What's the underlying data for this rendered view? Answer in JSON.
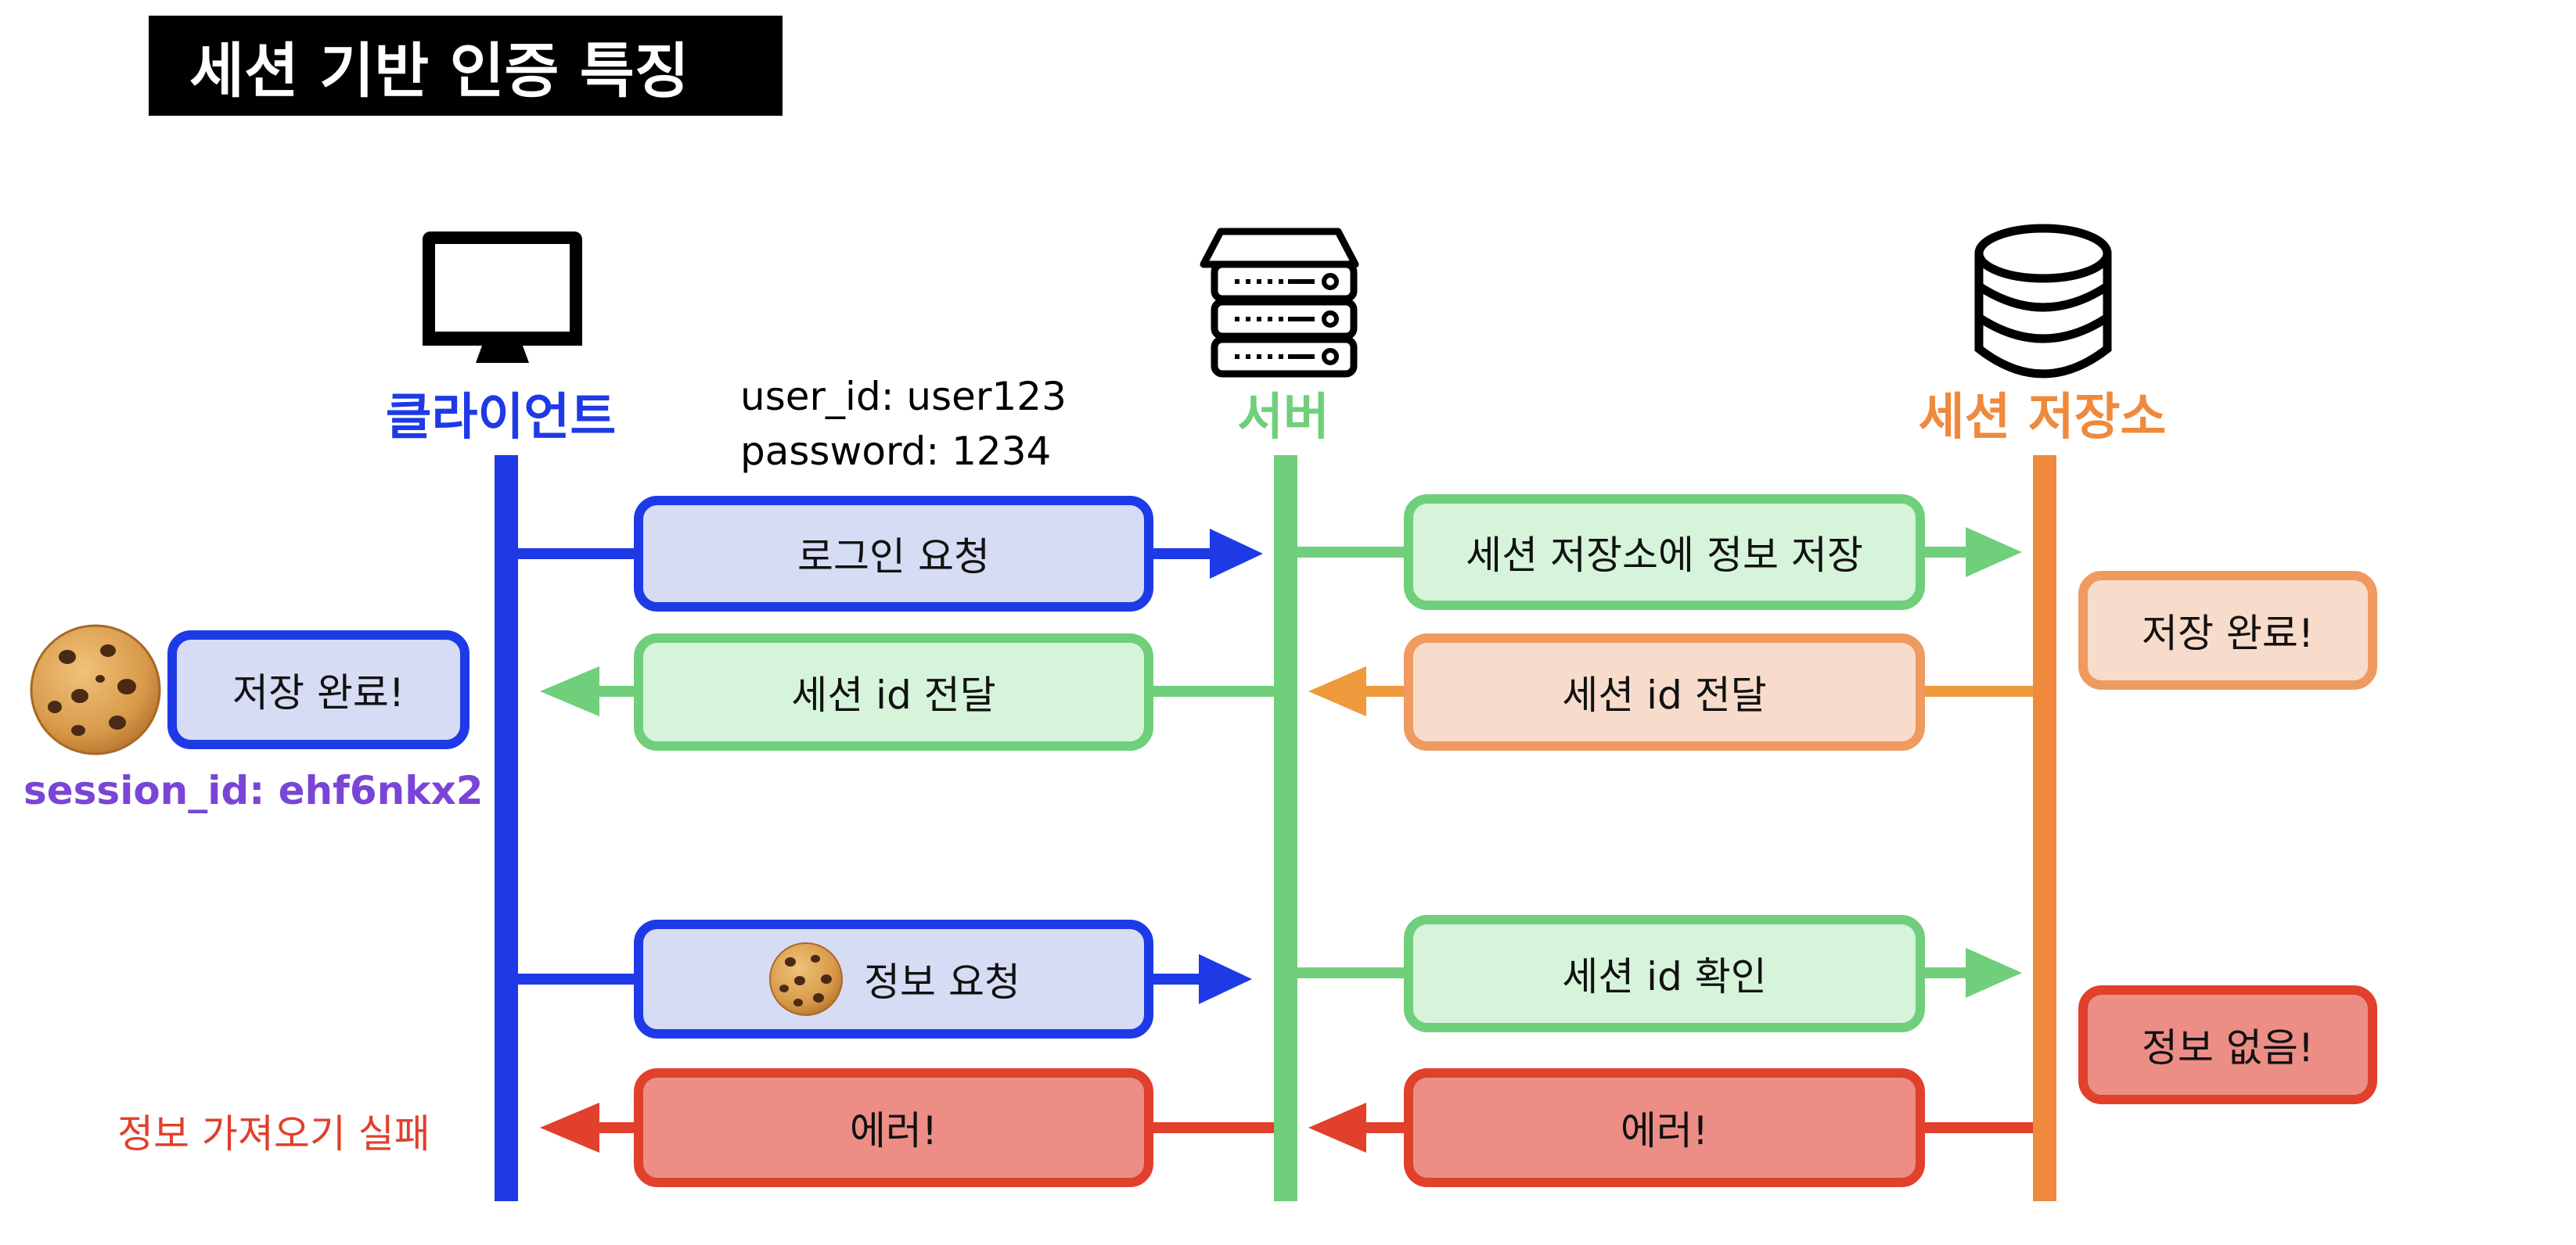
{
  "title": "세션 기반 인증 특징",
  "lanes": {
    "client": "클라이언트",
    "server": "서버",
    "session_store": "세션 저장소"
  },
  "credentials": {
    "line1": "user_id: user123",
    "line2": "password: 1234"
  },
  "messages": {
    "login_request": "로그인 요청",
    "store_info": "세션 저장소에 정보 저장",
    "store_done_store": "저장 완료!",
    "session_id_to_server": "세션 id 전달",
    "session_id_to_client": "세션 id 전달",
    "store_done_client": "저장 완료!",
    "session_id_value": "session_id: ehf6nkx2",
    "info_request": "정보 요청",
    "check_session": "세션 id 확인",
    "no_info": "정보 없음!",
    "error_server": "에러!",
    "error_client": "에러!",
    "fetch_failed": "정보 가져오기 실패"
  },
  "colors": {
    "client": "#1e3ae6",
    "server": "#6fcf7b",
    "store": "#ef8a3c",
    "error": "#e0402c",
    "session_id": "#7a45d6"
  },
  "icons": {
    "client": "desktop-monitor-icon",
    "server": "server-rack-icon",
    "store": "database-icon",
    "cookie": "cookie-icon"
  }
}
